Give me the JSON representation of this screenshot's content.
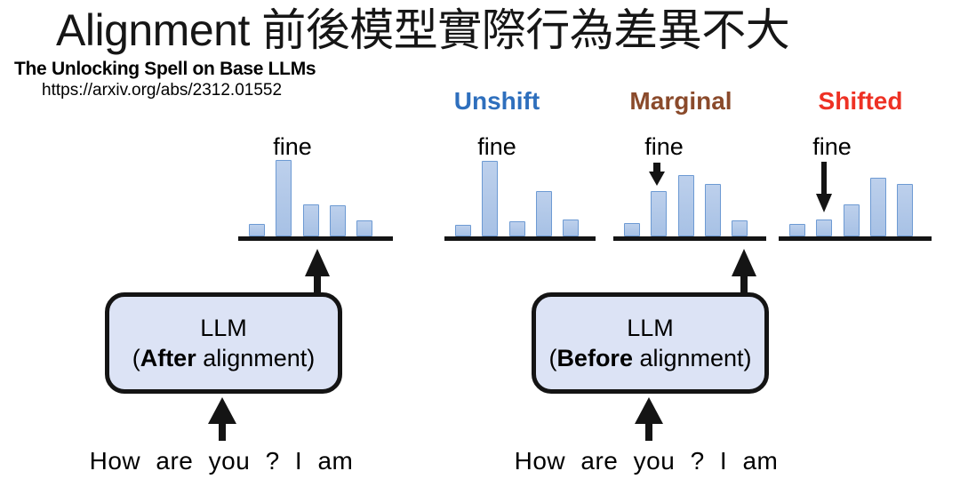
{
  "title": "Alignment 前後模型實際行為差異不大",
  "paper": {
    "name": "The Unlocking Spell on Base LLMs",
    "url": "https://arxiv.org/abs/2312.01552"
  },
  "column_labels": {
    "unshift": "Unshift",
    "marginal": "Marginal",
    "shifted": "Shifted"
  },
  "colors": {
    "unshift_blue": "#2e6fbd",
    "marginal_brown": "#8a4a2b",
    "shifted_red": "#ee3124",
    "bar_fill": "#aec6e8",
    "bar_border": "#6d9ad3",
    "box_fill": "#dce3f5",
    "ink_black": "#141414"
  },
  "chart_data": [
    {
      "type": "bar",
      "name": "after-alignment-token-distribution",
      "title": "",
      "categories": [
        "",
        "fine",
        "",
        "",
        ""
      ],
      "values": [
        0.14,
        0.86,
        0.36,
        0.35,
        0.18
      ],
      "annotation": "fine",
      "annotated_bar_index": 1,
      "annotation_arrow": "none",
      "ylim": [
        0,
        1
      ],
      "xlabel": "",
      "ylabel": "",
      "grid": false,
      "legend": "none"
    },
    {
      "type": "bar",
      "name": "unshift-token-distribution",
      "title": "Unshift",
      "categories": [
        "",
        "fine",
        "",
        "",
        ""
      ],
      "values": [
        0.13,
        0.85,
        0.17,
        0.51,
        0.19
      ],
      "annotation": "fine",
      "annotated_bar_index": 1,
      "annotation_arrow": "none",
      "ylim": [
        0,
        1
      ],
      "xlabel": "",
      "ylabel": "",
      "grid": false,
      "legend": "none"
    },
    {
      "type": "bar",
      "name": "marginal-token-distribution",
      "title": "Marginal",
      "categories": [
        "",
        "fine",
        "",
        "",
        ""
      ],
      "values": [
        0.15,
        0.51,
        0.69,
        0.59,
        0.18
      ],
      "annotation": "fine",
      "annotated_bar_index": 1,
      "annotation_arrow": "short-down",
      "ylim": [
        0,
        1
      ],
      "xlabel": "",
      "ylabel": "",
      "grid": false,
      "legend": "none"
    },
    {
      "type": "bar",
      "name": "shifted-token-distribution",
      "title": "Shifted",
      "categories": [
        "",
        "fine",
        "",
        "",
        ""
      ],
      "values": [
        0.14,
        0.19,
        0.36,
        0.66,
        0.59
      ],
      "annotation": "fine",
      "annotated_bar_index": 1,
      "annotation_arrow": "long-down",
      "ylim": [
        0,
        1
      ],
      "xlabel": "",
      "ylabel": "",
      "grid": false,
      "legend": "none"
    }
  ],
  "llm_boxes": [
    {
      "line1": "LLM",
      "open_paren": "(",
      "bold_word": "After",
      "rest": " alignment)"
    },
    {
      "line1": "LLM",
      "open_paren": "(",
      "bold_word": "Before",
      "rest": " alignment)"
    }
  ],
  "prompts": {
    "left": "How are you ? I am",
    "right": "How are you ? I am"
  }
}
